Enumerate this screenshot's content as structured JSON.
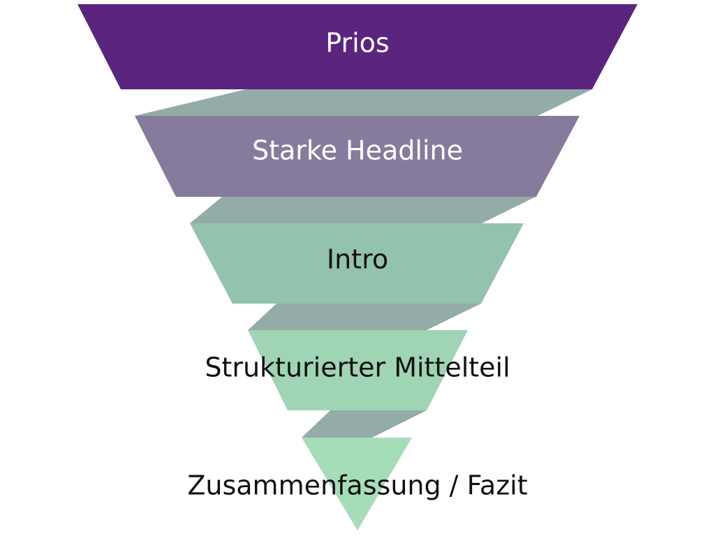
{
  "funnel": {
    "levels": [
      {
        "label": "Prios",
        "color": "#5b247f",
        "text_color": "#ffffff"
      },
      {
        "label": "Starke Headline",
        "color": "#867b9c",
        "text_color": "#ffffff"
      },
      {
        "label": "Intro",
        "color": "#93c2ad",
        "text_color": "#111111"
      },
      {
        "label": "Strukturierter Mittelteil",
        "color": "#9fd4b5",
        "text_color": "#111111"
      },
      {
        "label": "Zusammenfassung / Fazit",
        "color": "#a6ddb9",
        "text_color": "#111111"
      }
    ],
    "connector_color": "#93aca7"
  }
}
